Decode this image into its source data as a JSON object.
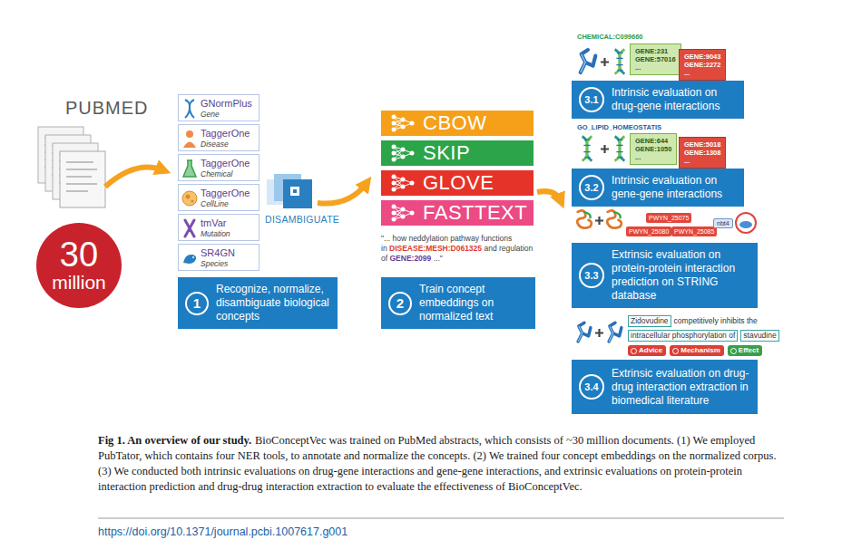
{
  "diagram": {
    "title": "Fig 1. An overview of our study.",
    "caption": "BioConceptVec was trained on PubMed abstracts, which consists of ~30 million documents. (1) We employed PubTator, which contains four NER tools, to annotate and normalize the concepts. (2) We trained four concept embeddings on the normalized corpus. (3) We conducted both intrinsic evaluations on drug-gene interactions and gene-gene interactions, and extrinsic evaluations on protein-protein interaction prediction and drug-drug interaction extraction to evaluate the effectiveness of BioConceptVec.",
    "nodes": [
      {
        "text": [
          "30",
          "million"
        ]
      },
      {
        "text": [
          "GNormPlus",
          "Gene"
        ]
      },
      {
        "text": [
          "TaggerOne",
          "Disease"
        ]
      },
      {
        "text": [
          "TaggerOne",
          "Chemical"
        ]
      },
      {
        "text": [
          "TaggerOne",
          "CellLine"
        ]
      },
      {
        "text": [
          "tmVar",
          "Mutation"
        ]
      },
      {
        "text": [
          "SR4GN",
          "Species"
        ]
      },
      {
        "text": [
          "1",
          "Recognize, normalize, disambiguate biological concepts"
        ]
      },
      {
        "text": [
          "CBOW"
        ]
      },
      {
        "text": [
          "SKIP"
        ]
      },
      {
        "text": [
          "GLOVE"
        ]
      },
      {
        "text": [
          "FASTTEXT"
        ]
      },
      {
        "text": [
          "2",
          "Train concept embeddings on normalized text"
        ]
      },
      {
        "text": [
          "GENE:231",
          "GENE:57016",
          "..."
        ]
      },
      {
        "text": [
          "GENE:9043",
          "GENE:2272",
          "..."
        ]
      },
      {
        "text": [
          "3.1",
          "Intrinsic evaluation on drug-gene interactions"
        ]
      },
      {
        "text": [
          "GENE:644",
          "GENE:1050",
          "..."
        ]
      },
      {
        "text": [
          "GENE:5018",
          "GENE:1308",
          "..."
        ]
      },
      {
        "text": [
          "3.2",
          "Intrinsic evaluation on gene-gene interactions"
        ]
      },
      {
        "text": [
          "PWYN_25075"
        ]
      },
      {
        "text": [
          "PWYN_25080"
        ]
      },
      {
        "text": [
          "PWYN_25085"
        ]
      },
      {
        "text": [
          "nbt4"
        ]
      },
      {
        "text": [
          "3.3",
          "Extrinsic evaluation on protein-protein interaction prediction on STRING database"
        ]
      },
      {
        "text": [
          "Zidovudine"
        ]
      },
      {
        "text": [
          "intracellular phosphorylation of"
        ]
      },
      {
        "text": [
          "stavudine"
        ]
      },
      {
        "text": [
          "Advice"
        ]
      },
      {
        "text": [
          "Mechanism"
        ]
      },
      {
        "text": [
          "Effect"
        ]
      },
      {
        "text": [
          "3.4",
          "Extrinsic evaluation on drug-drug interaction extraction in biomedical literature"
        ]
      }
    ],
    "labels": [
      "PUBMED",
      "DISAMBIGUATE",
      "\"... how neddylation pathway functions in",
      "DISEASE:MESH:D061325",
      "and regulation of",
      "GENE:2099",
      "...\"",
      "CHEMICAL:C099660",
      "GO_LIPID_HOMEOSTATIS",
      "competitively inhibits the",
      "https://doi.org/10.1371/journal.pcbi.1007617.g001"
    ]
  }
}
